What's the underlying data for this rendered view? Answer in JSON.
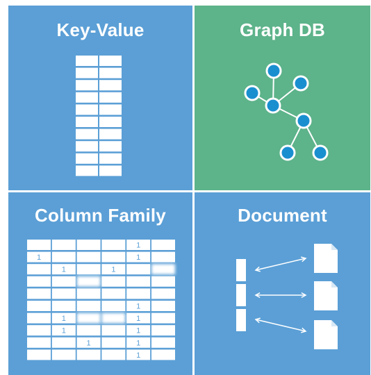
{
  "panels": {
    "key_value": {
      "title": "Key-Value"
    },
    "graph_db": {
      "title": "Graph DB"
    },
    "column_family": {
      "title": "Column Family",
      "rows": 10,
      "cols": 6,
      "cell_values": [
        [
          null,
          null,
          null,
          null,
          "1",
          null
        ],
        [
          "1",
          null,
          null,
          null,
          "1",
          null
        ],
        [
          null,
          "1",
          null,
          "1",
          null,
          null
        ],
        [
          null,
          null,
          null,
          null,
          null,
          null
        ],
        [
          null,
          null,
          null,
          null,
          null,
          null
        ],
        [
          null,
          null,
          null,
          null,
          "1",
          null
        ],
        [
          null,
          "1",
          null,
          null,
          "1",
          null
        ],
        [
          null,
          "1",
          null,
          null,
          "1",
          null
        ],
        [
          null,
          null,
          "1",
          null,
          "1",
          null
        ],
        [
          null,
          null,
          null,
          null,
          "1",
          null
        ]
      ]
    },
    "document": {
      "title": "Document",
      "documents": 3
    }
  },
  "colors": {
    "blue_panel": "#5b9fd6",
    "green_panel": "#5db38a",
    "node_fill": "#1a8fd0",
    "white": "#ffffff"
  },
  "icons": [
    "key-value-table-icon",
    "graph-network-icon",
    "column-grid-icon",
    "document-icon",
    "double-arrow-icon"
  ]
}
